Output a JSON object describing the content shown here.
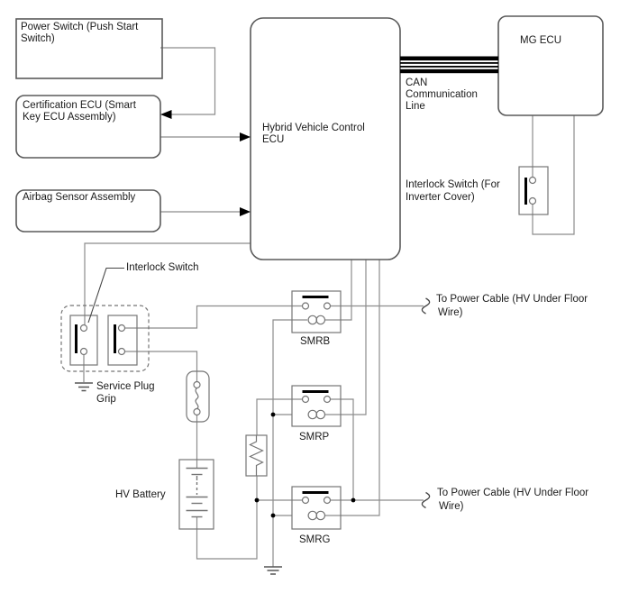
{
  "nodes": {
    "power_switch": {
      "line1": "Power Switch (Push Start",
      "line2": "Switch)"
    },
    "certification_ecu": {
      "line1": "Certification ECU (Smart",
      "line2": "Key ECU Assembly)"
    },
    "airbag_sensor": {
      "line1": "Airbag Sensor Assembly"
    },
    "hv_ecu": {
      "line1": "Hybrid Vehicle Control",
      "line2": "ECU"
    },
    "mg_ecu": {
      "line1": "MG ECU"
    }
  },
  "labels": {
    "can_line1": "CAN",
    "can_line2": "Communication",
    "can_line3": "Line",
    "interlock_inverter_line1": "Interlock Switch (For",
    "interlock_inverter_line2": "Inverter Cover)",
    "interlock_switch": "Interlock Switch",
    "service_plug_line1": "Service Plug",
    "service_plug_line2": "Grip",
    "hv_battery": "HV Battery",
    "relay_b": "SMRB",
    "relay_p": "SMRP",
    "relay_g": "SMRG",
    "power_cable_top_line1": "To Power Cable (HV Under Floor",
    "power_cable_top_line2": "Wire)",
    "power_cable_bottom_line1": "To Power Cable (HV Under Floor",
    "power_cable_bottom_line2": "Wire)"
  },
  "colors": {
    "background": "#ffffff",
    "wire": "#8c8c8c",
    "component_border": "#757575",
    "main_border": "#5a5a5a",
    "symbol": "#000000",
    "text": "#1a1a1a"
  }
}
